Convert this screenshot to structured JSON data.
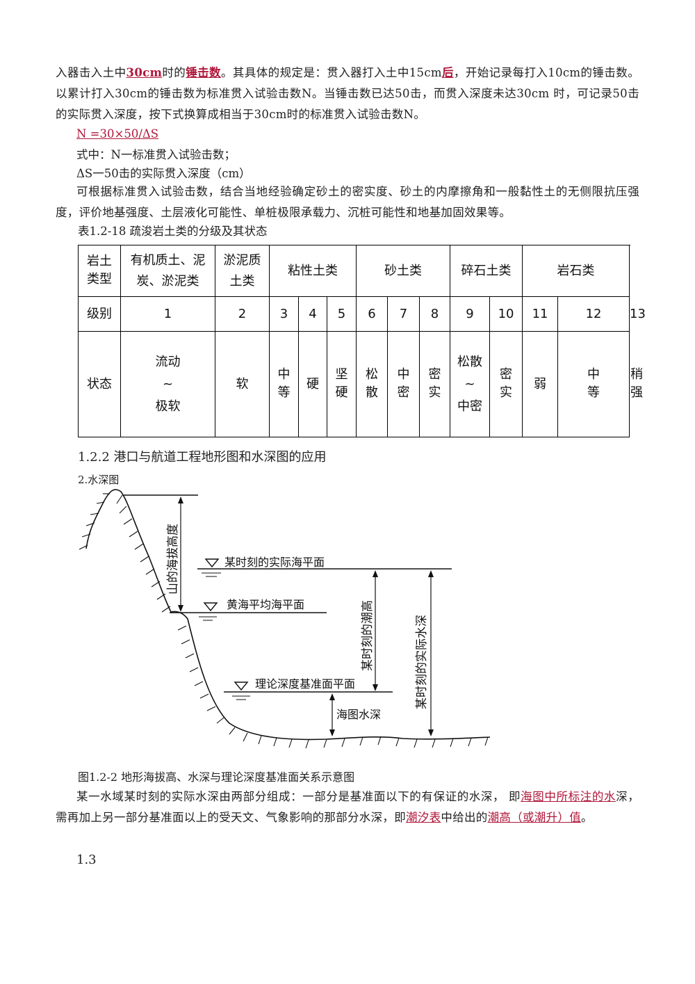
{
  "p1": {
    "s1": "入器击入土中",
    "r1": "30cm",
    "s2": "时的",
    "r2": "锤击数",
    "s3": "。其具体的规定是：贯入器打入土中15cm",
    "r3": "后",
    "s4": "，开始记录每打入10cm的锤击数。以累计打入30cm的锤击数为标准贯入试验击数N。当锤击数已达50击，而贯入深度未达30cm 时，可记录50击的实际贯入深度，按下式换算成相当于30cm时的标准贯入试验击数N。"
  },
  "formula": "N =30×50/ΔS",
  "where1": "式中：N一标准贯入试验击数；",
  "where2": "ΔS一50击的实际贯入深度（cm）",
  "p2": "可根据标准贯入试验击数，结合当地经验确定砂土的密实度、砂土的内摩擦角和一般黏性土的无侧限抗压强度，评价地基强度、土层液化可能性、单桩极限承载力、沉桩可能性和地基加固效果等。",
  "table_caption": "表1.2-18 疏浚岩土类的分级及其状态",
  "table": {
    "type_label": "岩土类型",
    "types": [
      "有机质土、泥炭、淤泥类",
      "淤泥质土类",
      "粘性土类",
      "砂土类",
      "碎石土类",
      "岩石类"
    ],
    "level_label": "级别",
    "levels": [
      "1",
      "2",
      "3",
      "4",
      "5",
      "6",
      "7",
      "8",
      "9",
      "10",
      "11",
      "12",
      "13"
    ],
    "state_label": "状态",
    "states": [
      "流动~极软",
      "软",
      "中等",
      "硬",
      "坚硬",
      "松散",
      "中密",
      "密实",
      "松散~中密",
      "密实",
      "弱",
      "中等",
      "稍强"
    ],
    "state1": {
      "a": "流动",
      "b": "~",
      "c": "极软"
    },
    "state9": {
      "a": "松散",
      "b": "~",
      "c": "中密"
    }
  },
  "section_heading": "1.2.2 港口与航道工程地形图和水深图的应用",
  "sub_heading": "2.水深图",
  "diagram": {
    "mountain_height": "山的海拔高度",
    "actual_sea_level": "某时刻的实际海平面",
    "mean_sea_level": "黄海平均海平面",
    "tide_height": "某时刻的潮高",
    "actual_depth": "某时刻的实际水深",
    "datum_plane": "理论深度基准面平面",
    "chart_depth": "海图水深"
  },
  "figure_caption": "图1.2-2 地形海拔高、水深与理论深度基准面关系示意图",
  "p3": {
    "s1": "某一水域某时刻的实际水深由两部分组成：一部分是基准面以下的有保证的水深， 即",
    "r1": "海图中所标注的水",
    "s2": "深，需再加上另一部分基准面以上的受天文、气象影响的那部分水深，即",
    "r2": "潮汐表",
    "s3": "中给出的",
    "r3": "潮高（或潮升）值",
    "s4": "。"
  },
  "next_section": "1.3"
}
